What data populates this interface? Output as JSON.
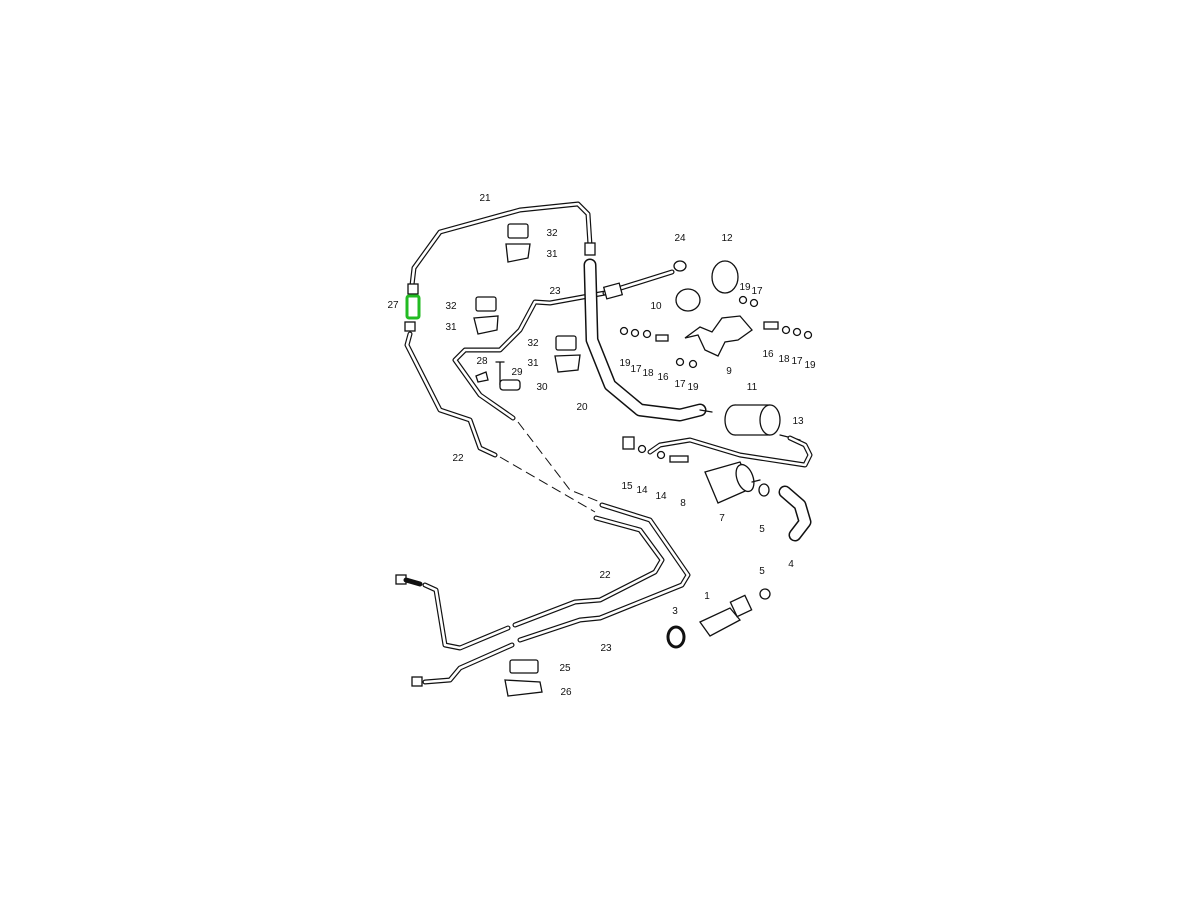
{
  "diagram": {
    "title": "Fuel lines and fuel pump parts diagram",
    "highlight_color": "#22bb22",
    "highlighted_part": "27",
    "callouts": [
      "21",
      "32",
      "31",
      "24",
      "12",
      "27",
      "32",
      "23",
      "10",
      "19",
      "17",
      "31",
      "19",
      "17",
      "18",
      "16",
      "9",
      "16",
      "18",
      "17",
      "19",
      "17",
      "19",
      "32",
      "31",
      "28",
      "29",
      "30",
      "20",
      "11",
      "13",
      "22",
      "15",
      "14",
      "14",
      "8",
      "7",
      "5",
      "4",
      "22",
      "5",
      "1",
      "3",
      "23",
      "25",
      "26"
    ]
  }
}
